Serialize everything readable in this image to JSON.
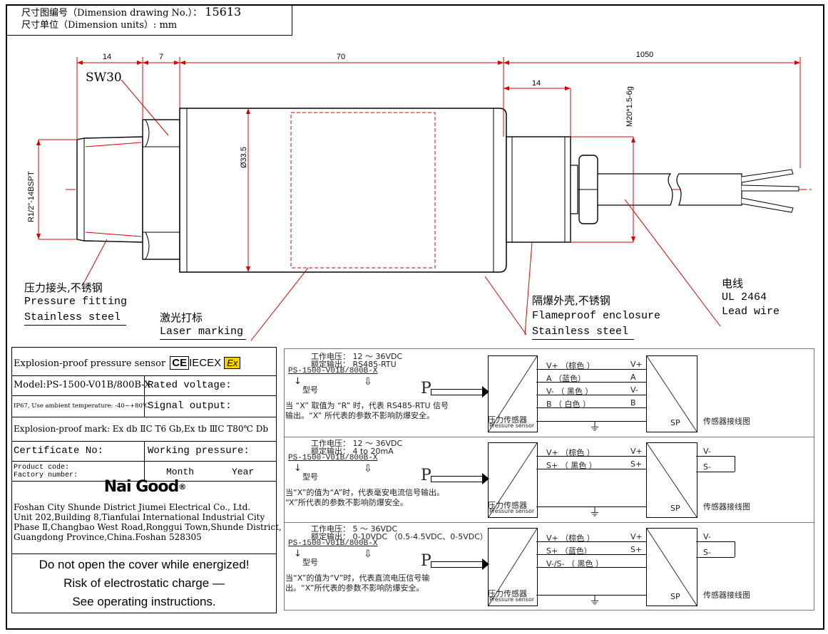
{
  "header": {
    "drawing_no_label": "尺寸图编号（Dimension drawing No.）：",
    "drawing_no": "15613",
    "units_line": "尺寸单位（Dimension units）: mm"
  },
  "dimensions": {
    "d14": "14",
    "d7": "7",
    "d70": "70",
    "d1050": "1050",
    "d14b": "14",
    "sw": "SW30",
    "diameter": "Ø33.5",
    "thread_left": "R1/2\"-14BSPT",
    "thread_right": "M20*1.5-6g"
  },
  "callouts": {
    "fitting_cn": "压力接头,不锈钢",
    "fitting_en1": "Pressure fitting",
    "fitting_en2": "Stainless steel",
    "laser_cn": "激光打标",
    "laser_en": "Laser marking",
    "enclosure_cn": "隔爆外壳,不锈钢",
    "enclosure_en1": "Flameproof enclosure",
    "enclosure_en2": "Stainless steel",
    "wire_cn": "电线",
    "wire_ul": "UL 2464",
    "wire_en": "Lead wire"
  },
  "label": {
    "product": "Explosion-proof pressure sensor",
    "ce": "CE",
    "iecex": "IECEX",
    "ex": "Ex",
    "model": "Model:PS-1500-V01B/800B-X",
    "rated_voltage": "Rated voltage:",
    "ip_temp": "IP67, Use ambient temperature: -40~+80℃",
    "signal_output": "Signal output:",
    "ex_mark": "Explosion-proof mark: Ex db ⅡC T6 Gb,Ex tb ⅢC T80℃ Db",
    "certificate": "Certificate No:",
    "working_pressure": "Working pressure:",
    "product_code": "Product code:",
    "factory_number": "Factory number:",
    "month": "Month",
    "year": "Year",
    "logo_text": "Nai Good",
    "company": "Foshan City Shunde District Jiumei Electrical Co., Ltd.",
    "addr1": "Unit 202,Building 8,Tianfulai International Industrial City",
    "addr2": "Phase Ⅱ,Changbao West Road,Ronggui Town,Shunde District,",
    "addr3": "Guangdong Province,China.Foshan 528305",
    "warn1": "Do not open the cover while energized!",
    "warn2": "Risk of electrostatic charge —",
    "warn3": "See operating instructions."
  },
  "wiring": {
    "p": "P",
    "model_code": "PS-1500-V01B/800B-X",
    "model_word": "型号",
    "sensor_cn": "压力传感器",
    "sensor_en": "Pressure sensor",
    "sp": "SP",
    "diagram_word": "传感器接线图",
    "sections": [
      {
        "voltage": "工作电压： 12 ～ 36VDC",
        "output": "额定输出： RS485-RTU",
        "note1": "当 “X” 取值为 “R” 时，代表 RS485-RTU 信号",
        "note2": "输出。“X” 所代表的参数不影响防爆安全。",
        "wires": [
          {
            "left": "V+ （棕色 ）",
            "right": "V+"
          },
          {
            "left": "A （蓝色）",
            "right": "A"
          },
          {
            "left": "V- （ 黑色 ）",
            "right": "V-"
          },
          {
            "left": "B （ 白色 ）",
            "right": "B"
          }
        ],
        "outs": []
      },
      {
        "voltage": "工作电压： 12 ～ 36VDC",
        "output": "额定输出： 4 to 20mA",
        "note1": "当“X”的值为“A”时，代表毫安电流信号输出。",
        "note2": "“X”所代表的参数不影响防爆安全。",
        "wires": [
          {
            "left": "V+ （棕色 ）",
            "right": "V+"
          },
          {
            "left": "S+ （ 黑色 ）",
            "right": "S+"
          }
        ],
        "outs": [
          "V-",
          "S-"
        ]
      },
      {
        "voltage": "工作电压： 5 ～ 36VDC",
        "output": "额定输出： 0-10VDC （0.5-4.5VDC、0-5VDC）",
        "note1": "当“X”的值为“V”时，代表直流电压信号输",
        "note2": "出。“X”所代表的参数不影响防爆安全。",
        "wires": [
          {
            "left": "V+ （棕色 ）",
            "right": "V+"
          },
          {
            "left": "S+ （蓝色）",
            "right": "S+"
          },
          {
            "left": "V-/S- （ 黑色 ）",
            "right": ""
          }
        ],
        "outs": [
          "V-",
          "S-"
        ]
      }
    ]
  }
}
